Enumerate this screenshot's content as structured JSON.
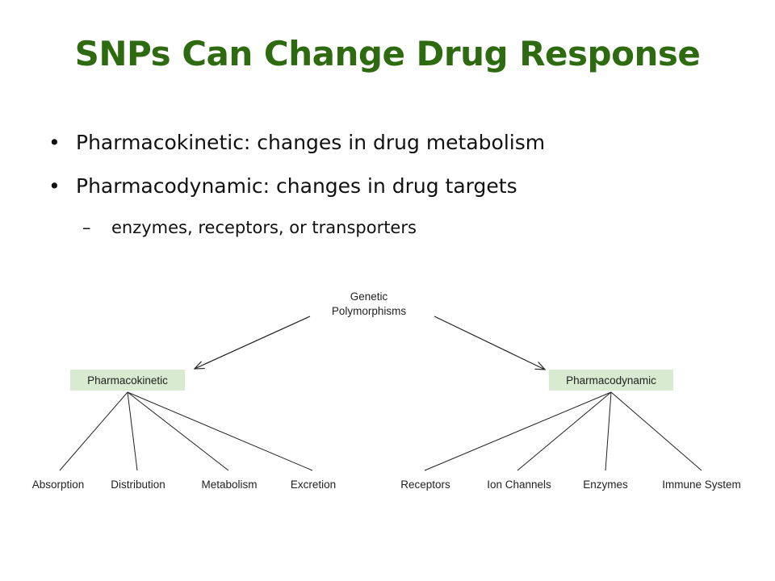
{
  "slide": {
    "title": "SNPs Can Change Drug Response",
    "title_color": "#2e6b10",
    "bullets": [
      {
        "bullet": "•",
        "text": "Pharmacokinetic: changes in drug metabolism"
      },
      {
        "bullet": "•",
        "text": "Pharmacodynamic: changes in drug targets"
      }
    ],
    "sub_bullet": {
      "dash": "–",
      "text": "enzymes, receptors, or transporters"
    }
  },
  "diagram": {
    "box_fill": "#d8ead0",
    "root": {
      "line1": "Genetic",
      "line2": "Polymorphisms"
    },
    "left_branch": {
      "label": "Pharmacokinetic",
      "children": [
        "Absorption",
        "Distribution",
        "Metabolism",
        "Excretion"
      ]
    },
    "right_branch": {
      "label": "Pharmacodynamic",
      "children": [
        "Receptors",
        "Ion Channels",
        "Enzymes",
        "Immune System"
      ]
    }
  }
}
